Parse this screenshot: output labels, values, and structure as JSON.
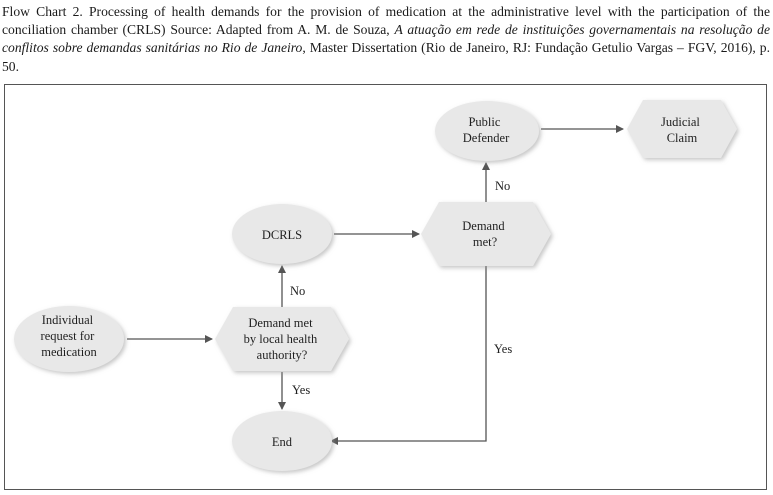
{
  "caption": {
    "part1": "Flow Chart 2. Processing of health demands for the provision of medication at the administrative level with the participation of the conciliation chamber (CRLS) Source: Adapted from A. M. de Souza, ",
    "title_italic": "A atuação em rede de instituições governamentais na resolução de conflitos sobre demandas sanitárias no Rio de Janeiro",
    "part2": ", Master Dissertation (Rio de Janeiro, RJ: Fundação Getulio Vargas – FGV, 2016), p. 50."
  },
  "nodes": {
    "individual_request": [
      "Individual",
      "request for",
      "medication"
    ],
    "demand_met_local": [
      "Demand met",
      "by local health",
      "authority?"
    ],
    "dcrls": [
      "DCRLS"
    ],
    "demand_met": [
      "Demand",
      "met?"
    ],
    "public_defender": [
      "Public",
      "Defender"
    ],
    "judicial_claim": [
      "Judicial",
      "Claim"
    ],
    "end": [
      "End"
    ]
  },
  "edge_labels": {
    "no_to_dcrls": "No",
    "yes_to_end": "Yes",
    "no_to_defender": "No",
    "yes_to_end_right": "Yes"
  },
  "colors": {
    "node_fill": "#e8e8e8",
    "node_shadow": "#c9c9c9",
    "line": "#555555"
  }
}
